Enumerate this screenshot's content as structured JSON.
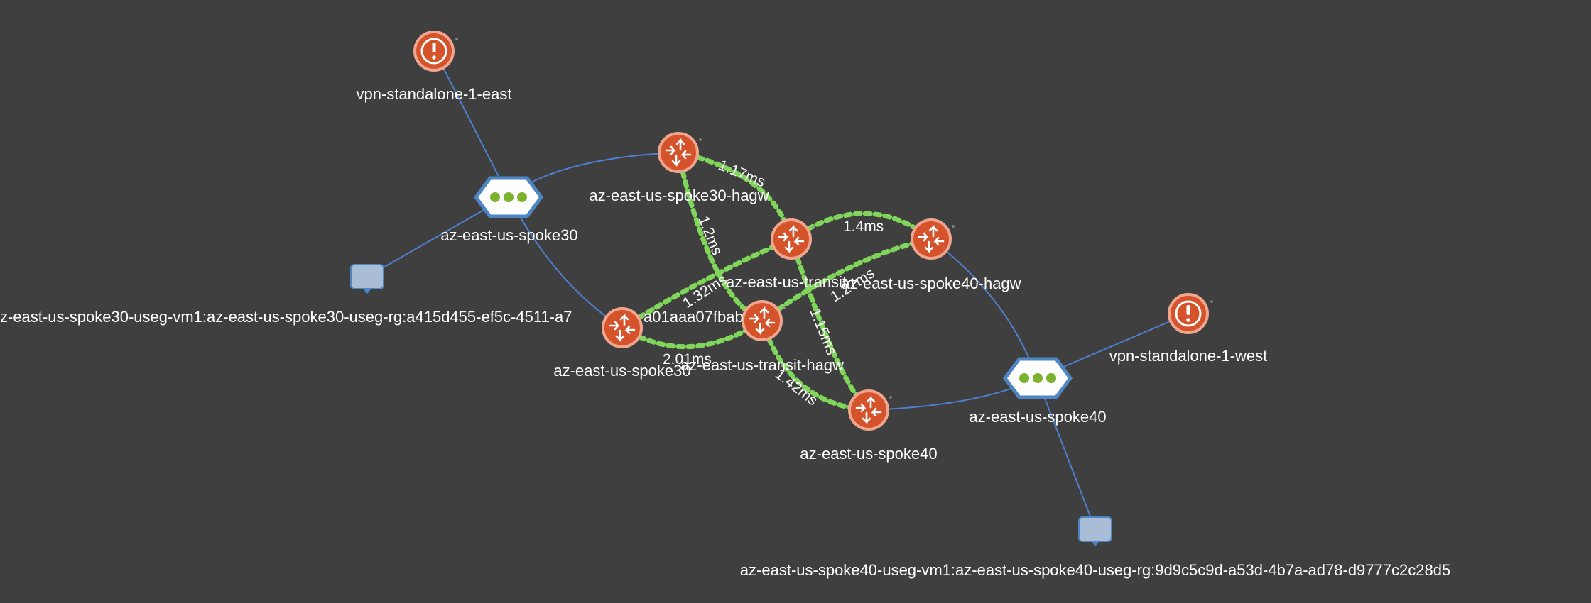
{
  "diagram": {
    "background": "#3f3f3f",
    "colors": {
      "router": "#d4532b",
      "alert": "#d4532b",
      "hub_fill": "#ffffff",
      "hub_border": "#4e86c4",
      "hub_dots": "#7bb32e",
      "vm": "#a9bed6",
      "link_blue": "#4f7fd0",
      "link_green": "#7fd65a"
    },
    "nodes": [
      {
        "id": "vpn-east",
        "kind": "alert-icon",
        "label": "vpn-standalone-1-east"
      },
      {
        "id": "spoke30-vnet",
        "kind": "hub-icon",
        "label": "az-east-us-spoke30"
      },
      {
        "id": "spoke30-vm",
        "kind": "vm-icon",
        "label": "z-east-us-spoke30-useg-vm1:az-east-us-spoke30-useg-rg:a415d455-ef5c-4511-a7"
      },
      {
        "id": "spoke30-vm-tail",
        "kind": "label-part",
        "label": "a01aaa07fbab"
      },
      {
        "id": "spoke30-hagw",
        "kind": "router-icon",
        "label": "az-east-us-spoke30-hagw"
      },
      {
        "id": "spoke30-gw",
        "kind": "router-icon",
        "label": "az-east-us-spoke30"
      },
      {
        "id": "transit",
        "kind": "router-icon",
        "label": "az-east-us-transit"
      },
      {
        "id": "transit-hagw",
        "kind": "router-icon",
        "label": "az-east-us-transit-hagw"
      },
      {
        "id": "spoke40-hagw",
        "kind": "router-icon",
        "label": "az-east-us-spoke40-hagw"
      },
      {
        "id": "spoke40-gw",
        "kind": "router-icon",
        "label": "az-east-us-spoke40"
      },
      {
        "id": "spoke40-vnet",
        "kind": "hub-icon",
        "label": "az-east-us-spoke40"
      },
      {
        "id": "vpn-west",
        "kind": "alert-icon",
        "label": "vpn-standalone-1-west"
      },
      {
        "id": "spoke40-vm",
        "kind": "vm-icon",
        "label": "az-east-us-spoke40-useg-vm1:az-east-us-spoke40-useg-rg:9d9c5c9d-a53d-4b7a-ad78-d9777c2c28d5"
      }
    ],
    "latencies": [
      {
        "from": "spoke30-hagw",
        "to": "transit",
        "label": "1.17ms"
      },
      {
        "from": "spoke30-hagw",
        "to": "transit-hagw",
        "label": "1.2ms"
      },
      {
        "from": "transit",
        "to": "spoke40-hagw",
        "label": "1.4ms"
      },
      {
        "from": "spoke30-gw",
        "to": "transit",
        "label": "1.32ms"
      },
      {
        "from": "transit-hagw",
        "to": "spoke40-hagw",
        "label": "1.27ms"
      },
      {
        "from": "transit",
        "to": "spoke40-gw",
        "label": "1.15ms"
      },
      {
        "from": "spoke30-gw",
        "to": "transit-hagw",
        "label": "2.01ms"
      },
      {
        "from": "transit-hagw",
        "to": "spoke40-gw",
        "label": "1.42ms"
      }
    ]
  }
}
